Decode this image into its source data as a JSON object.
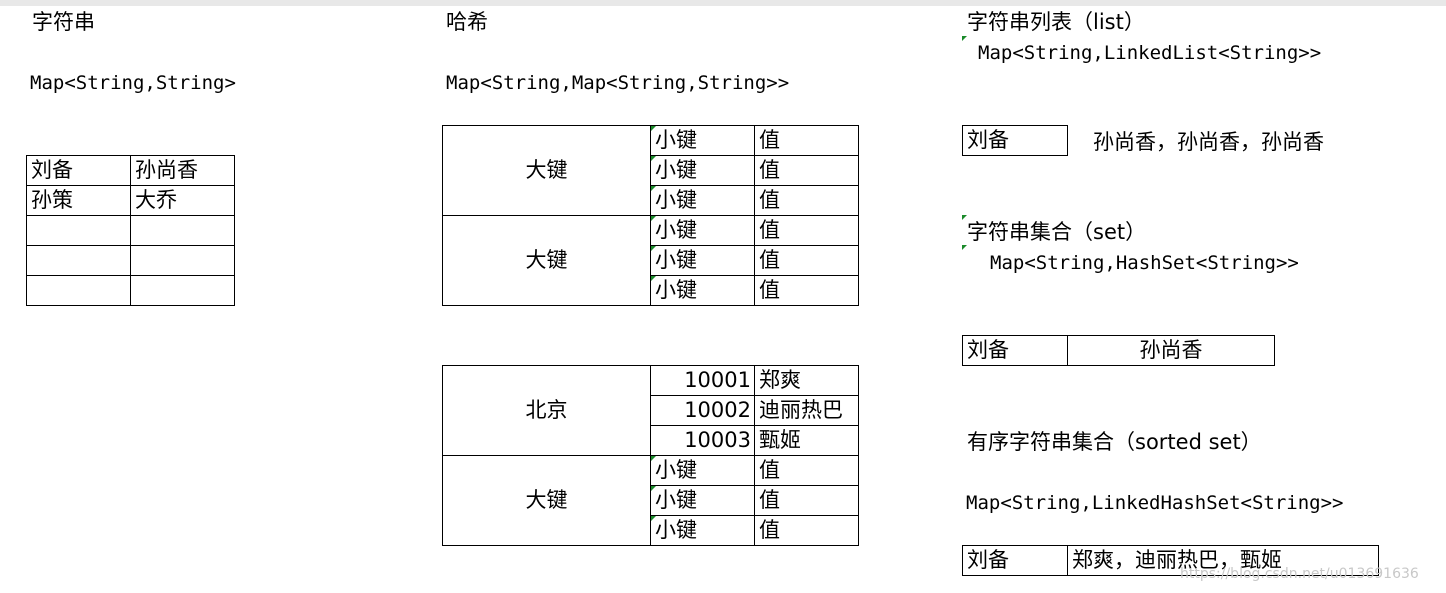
{
  "string_section": {
    "title": "字符串",
    "type_expr": "Map<String,String>",
    "rows": [
      [
        "刘备",
        "孙尚香"
      ],
      [
        "孙策",
        "大乔"
      ],
      [
        "",
        ""
      ],
      [
        "",
        ""
      ],
      [
        "",
        ""
      ]
    ]
  },
  "hash_section": {
    "title": "哈希",
    "type_expr": "Map<String,Map<String,String>>",
    "table1": {
      "groups": [
        {
          "key": "大键",
          "rows": [
            [
              "小键",
              "值"
            ],
            [
              "小键",
              "值"
            ],
            [
              "小键",
              "值"
            ]
          ]
        },
        {
          "key": "大键",
          "rows": [
            [
              "小键",
              "值"
            ],
            [
              "小键",
              "值"
            ],
            [
              "小键",
              "值"
            ]
          ]
        }
      ]
    },
    "table2": {
      "groups": [
        {
          "key": "北京",
          "rows": [
            [
              "10001",
              "郑爽"
            ],
            [
              "10002",
              "迪丽热巴"
            ],
            [
              "10003",
              "甄姬"
            ]
          ]
        },
        {
          "key": "大键",
          "rows": [
            [
              "小键",
              "值"
            ],
            [
              "小键",
              "值"
            ],
            [
              "小键",
              "值"
            ]
          ]
        }
      ]
    }
  },
  "list_section": {
    "title": "字符串列表（list）",
    "type_expr": "Map<String,LinkedList<String>>",
    "key": "刘备",
    "values_text": "孙尚香，孙尚香，孙尚香"
  },
  "set_section": {
    "title": "字符串集合（set）",
    "type_expr": "Map<String,HashSet<String>>",
    "key": "刘备",
    "value": "孙尚香"
  },
  "sorted_set_section": {
    "title": "有序字符串集合（sorted set）",
    "type_expr": "Map<String,LinkedHashSet<String>>",
    "key": "刘备",
    "value": "郑爽，迪丽热巴，甄姬"
  },
  "watermark": "https://blog.csdn.net/u013691636"
}
